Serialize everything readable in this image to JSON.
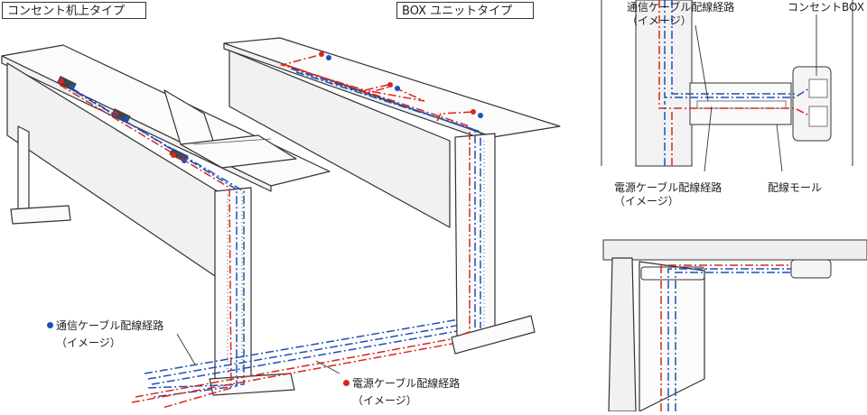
{
  "headers": {
    "left": "コンセント机上タイプ",
    "right": "BOX ユニットタイプ"
  },
  "labels": {
    "comm_route": "通信ケーブル配線経路",
    "power_route": "電源ケーブル配線経路",
    "image_note": "（イメージ）",
    "outlet_box": "コンセントBOX",
    "wiring_mall": "配線モール"
  },
  "colors": {
    "comm": "#1f4fb8",
    "power": "#d9261c",
    "line": "#333333",
    "panel": "#f3f3f3"
  }
}
